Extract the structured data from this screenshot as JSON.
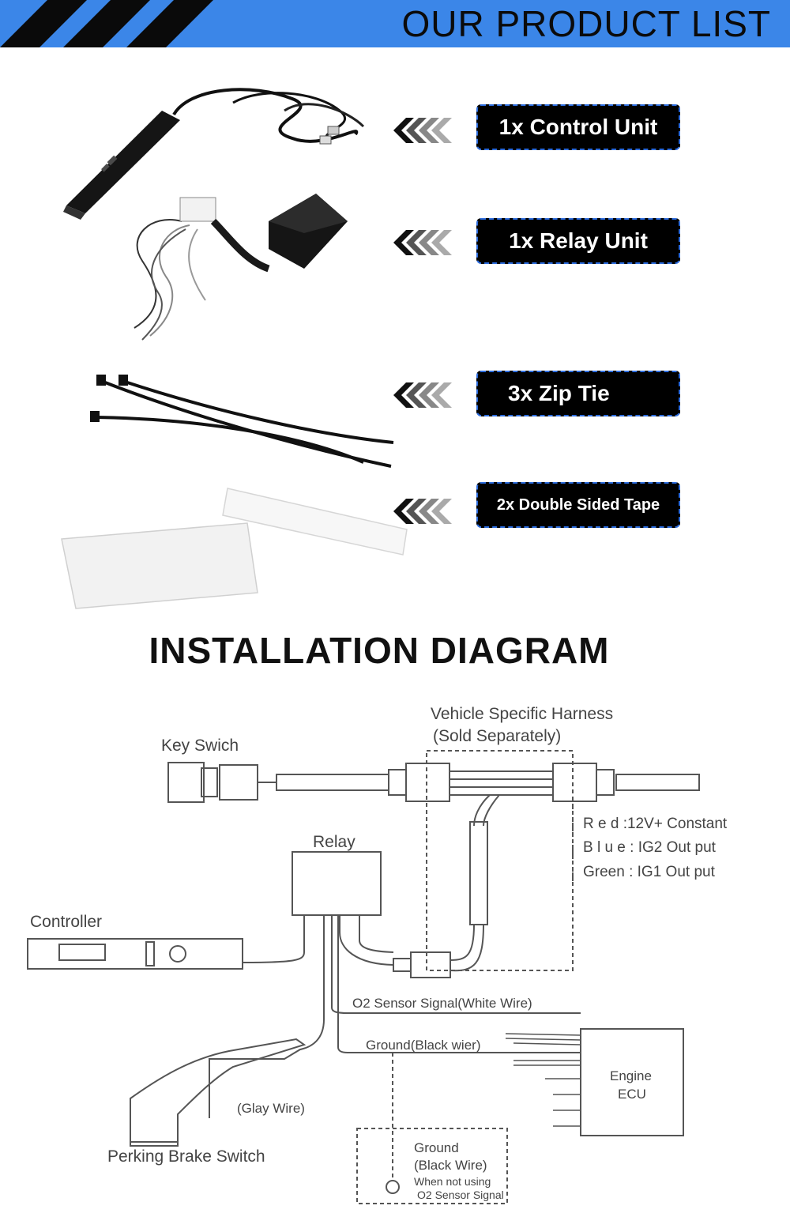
{
  "header": {
    "title": "OUR PRODUCT LIST"
  },
  "products": [
    {
      "label": "1x Control Unit",
      "icon": "control-unit-image"
    },
    {
      "label": "1x Relay Unit",
      "icon": "relay-unit-image"
    },
    {
      "label": "3x Zip Tie",
      "icon": "zip-tie-image"
    },
    {
      "label": "2x Double Sided Tape",
      "icon": "double-sided-tape-image"
    }
  ],
  "section": {
    "title": "INSTALLATION DIAGRAM"
  },
  "diagram": {
    "vehicle_harness": "Vehicle Specific Harness",
    "sold_separately": "(Sold Separately)",
    "key_switch": "Key Swich",
    "relay": "Relay",
    "controller": "Controller",
    "red_wire": "R e d :12V+ Constant",
    "blue_wire": "B l u e : IG2 Out put",
    "green_wire": "Green : IG1 Out put",
    "o2_signal": "O2 Sensor Signal(White Wire)",
    "ground_black": "Ground(Black wier)",
    "engine": "Engine",
    "ecu": "ECU",
    "glay_wire": "(Glay Wire)",
    "parking_brake": "Perking Brake Switch",
    "ground": "Ground",
    "black_wire": "(Black Wire)",
    "when_not_using": "When not using",
    "o2_sensor_signal": "O2 Sensor Signal"
  },
  "colors": {
    "banner": "#3b86e8",
    "label_border": "#2e6ee0"
  }
}
